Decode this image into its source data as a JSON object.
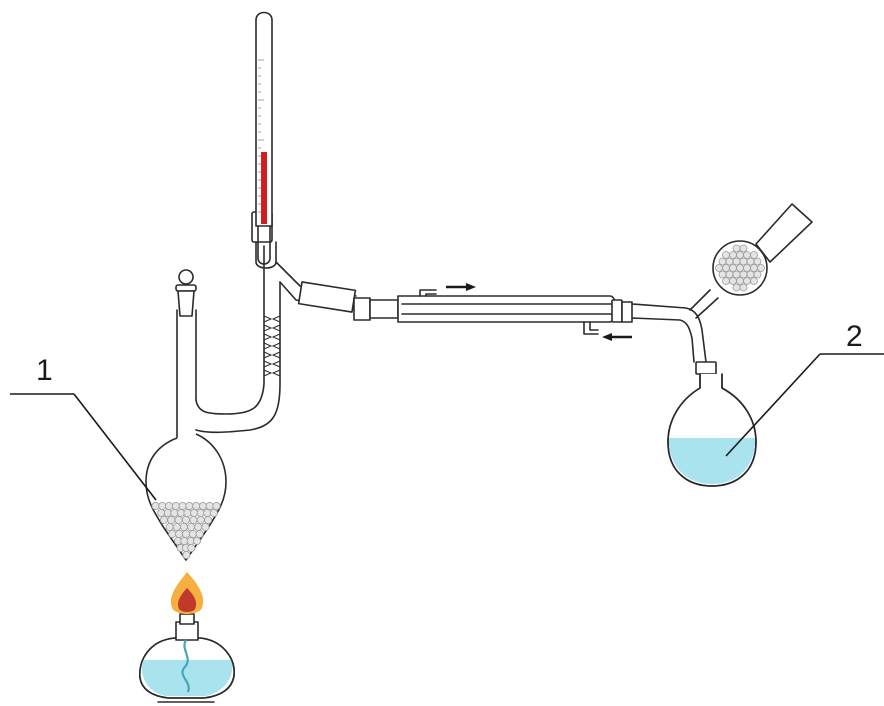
{
  "labels": {
    "one": "1",
    "two": "2"
  },
  "colors": {
    "liquid": "#a9e3ee",
    "mercury": "#d11f1f",
    "flame_outer": "#f5b041",
    "flame_inner": "#c0392b",
    "glass_outline": "#2b2b2b",
    "beads": "#e4e4e4"
  },
  "icons": [
    "distillation-flask",
    "thermometer",
    "fractionating-column",
    "liebig-condenser",
    "adapter",
    "drying-tube",
    "receiver-flask",
    "spirit-burner",
    "flow-arrow"
  ]
}
